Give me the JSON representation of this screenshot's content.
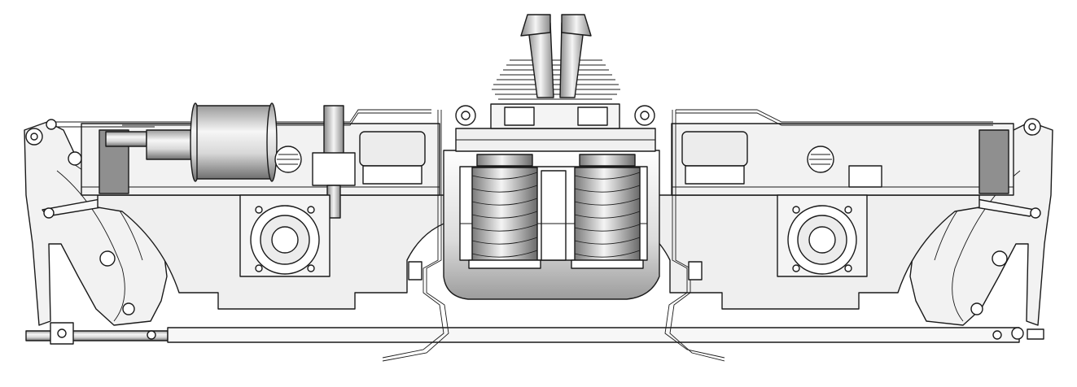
{
  "drawing": {
    "subject": "",
    "colors": {
      "line": "#1a1a1a",
      "frame": "#efefef",
      "frame_light": "#f7f7f7",
      "background": "#ffffff",
      "dark_block": "#8f8f8f",
      "spring_light": "#f2f2f2",
      "spring_dark": "#6e6e6e"
    },
    "components": {
      "side_frame": "side-frame",
      "spring": "coil-spring",
      "cooler": "cylinder-fins",
      "wheelset_box": "axle-box",
      "brake_cylinder": "brake-cylinder",
      "brake_rod": "brake-rod",
      "pipes": "air-pipes"
    }
  }
}
